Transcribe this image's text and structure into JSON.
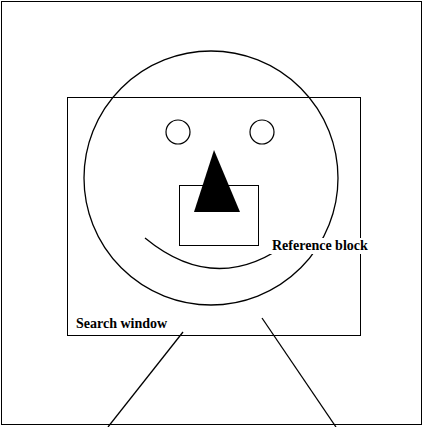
{
  "diagram": {
    "nodes": [
      {
        "text": [
          "Search window"
        ]
      },
      {
        "text": [
          "Reference block"
        ],
        "in": 0
      }
    ]
  }
}
